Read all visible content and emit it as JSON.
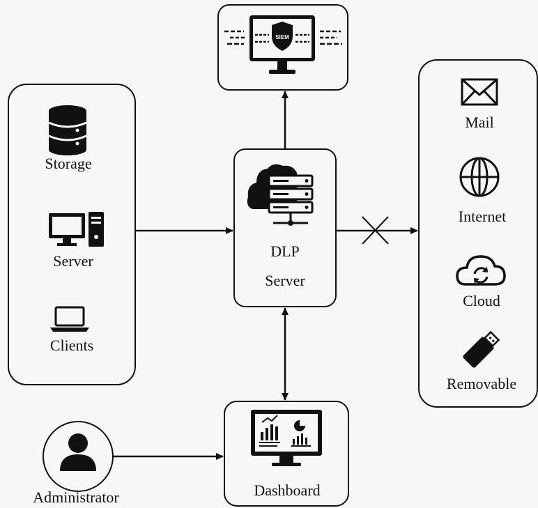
{
  "sources": {
    "items": [
      {
        "label": "Storage",
        "icon": "database-icon"
      },
      {
        "label": "Server",
        "icon": "desktop-computer-icon"
      },
      {
        "label": "Clients",
        "icon": "laptop-icon"
      }
    ]
  },
  "dlp_server": {
    "line1": "DLP",
    "line2": "Server",
    "icon": "cloud-server-rack-icon"
  },
  "siem": {
    "icon": "siem-monitor-icon",
    "badge": "SIEM"
  },
  "channels": {
    "items": [
      {
        "label": "Mail",
        "icon": "envelope-icon"
      },
      {
        "label": "Internet",
        "icon": "globe-icon"
      },
      {
        "label": "Cloud",
        "icon": "cloud-sync-icon"
      },
      {
        "label": "Removable",
        "icon": "usb-drive-icon"
      }
    ]
  },
  "dashboard": {
    "label": "Dashboard",
    "icon": "analytics-monitor-icon"
  },
  "administrator": {
    "label": "Administrator",
    "icon": "user-icon"
  },
  "colors": {
    "stroke": "#111111",
    "background": "#f7f7f5"
  }
}
